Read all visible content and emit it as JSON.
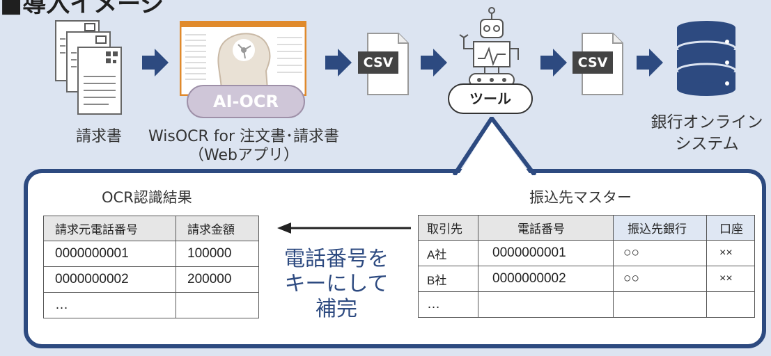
{
  "title": "■導入イメージ",
  "flow": {
    "invoice_caption": "請求書",
    "wisocr_caption_line1": "WisOCR for 注文書･請求書",
    "wisocr_caption_line2": "（Webアプリ）",
    "ai_ocr_label": "AI-OCR",
    "csv_label_1": "CSV",
    "csv_label_2": "CSV",
    "tool_label": "ツール",
    "bank_caption_line1": "銀行オンライン",
    "bank_caption_line2": "システム"
  },
  "detail": {
    "ocr_title": "OCR認識結果",
    "master_title": "振込先マスター",
    "middle_text": [
      "電話番号を",
      "キーにして",
      "補完"
    ],
    "ocr_table": {
      "headers": [
        "請求元電話番号",
        "請求金額"
      ],
      "rows": [
        [
          "0000000001",
          "100000"
        ],
        [
          "0000000002",
          "200000"
        ],
        [
          "…",
          ""
        ]
      ]
    },
    "master_table": {
      "headers": [
        "取引先",
        "電話番号",
        "振込先銀行",
        "口座"
      ],
      "rows": [
        [
          "A社",
          "0000000001",
          "○○",
          "××"
        ],
        [
          "B社",
          "0000000002",
          "○○",
          "××"
        ],
        [
          "…",
          "",
          "",
          ""
        ]
      ]
    }
  },
  "colors": {
    "arrow": "#2d4a80",
    "panel_border": "#2d4a80",
    "background": "#dce4f1"
  }
}
